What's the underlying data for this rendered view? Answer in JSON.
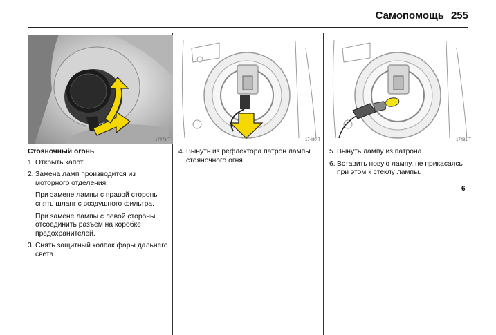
{
  "header": {
    "title": "Самопомощь",
    "page_number": "255"
  },
  "figures": [
    {
      "code": "17478 T"
    },
    {
      "code": "17480 T"
    },
    {
      "code": "17481 T"
    }
  ],
  "col1": {
    "title": "Стояночный огонь",
    "step1": {
      "num": "1.",
      "text": "Открыть капот."
    },
    "step2": {
      "num": "2.",
      "text": "Замена ламп производится из моторного отделения."
    },
    "para1": "При замене лампы с правой стороны снять шланг с воздушного фильтра.",
    "para2": "При замене лампы с левой стороны отсоединить разъем на коробке предохранителей.",
    "step3": {
      "num": "3.",
      "text": "Снять защитный колпак фары дальнего света."
    }
  },
  "col2": {
    "step4": {
      "num": "4.",
      "text": "Вынуть из рефлектора патрон лампы стояночного огня."
    }
  },
  "col3": {
    "step5": {
      "num": "5.",
      "text": "Вынуть лампу из патрона."
    },
    "step6": {
      "num": "6.",
      "text": "Вставить новую лампу, не прикасаясь при этом к стеклу лампы."
    }
  },
  "chapter_marker": "6",
  "colors": {
    "arrow_yellow": "#f5d800",
    "bulb_yellow": "#f5e31a"
  }
}
